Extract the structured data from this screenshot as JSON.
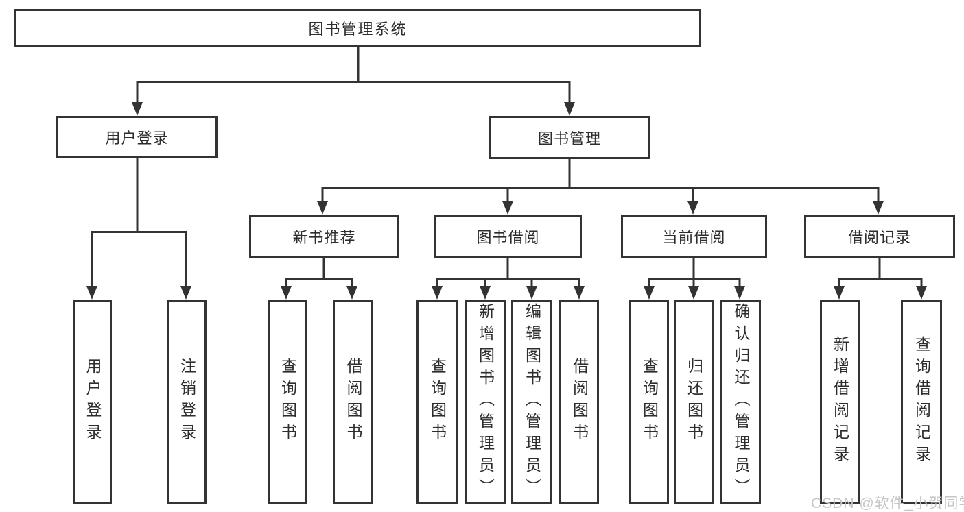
{
  "diagram": {
    "root": {
      "label": "图书管理系统"
    },
    "branches": [
      {
        "label": "用户登录",
        "children": [
          {
            "label": "用户登录"
          },
          {
            "label": "注销登录"
          }
        ]
      },
      {
        "label": "图书管理",
        "children": [
          {
            "label": "新书推荐",
            "children": [
              {
                "label": "查询图书"
              },
              {
                "label": "借阅图书"
              }
            ]
          },
          {
            "label": "图书借阅",
            "children": [
              {
                "label": "查询图书"
              },
              {
                "label": "新增图书（管理员）"
              },
              {
                "label": "编辑图书（管理员）"
              },
              {
                "label": "借阅图书"
              }
            ]
          },
          {
            "label": "当前借阅",
            "children": [
              {
                "label": "查询图书"
              },
              {
                "label": "归还图书"
              },
              {
                "label": "确认归还（管理员）"
              }
            ]
          },
          {
            "label": "借阅记录",
            "children": [
              {
                "label": "新增借阅记录"
              },
              {
                "label": "查询借阅记录"
              }
            ]
          }
        ]
      }
    ]
  },
  "watermark": {
    "text": "CSDN @软件_小贺同学"
  },
  "colors": {
    "line": "#333333",
    "box_border": "#333333",
    "text": "#2d2d2d",
    "watermark": "#c6c6c6",
    "background": "#ffffff"
  }
}
